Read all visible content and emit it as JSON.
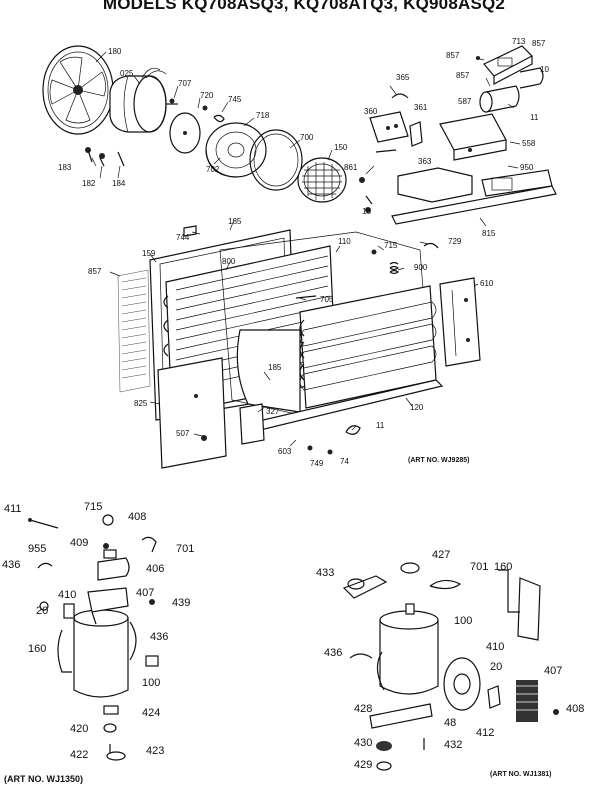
{
  "title": "MODELS KQ708ASQ3, KQ708ATQ3, KQ908ASQ2",
  "art_numbers": {
    "main": "(ART NO. WJ9285)",
    "left": "(ART NO. WJ1350)",
    "right": "(ART NO. WJ1381)"
  },
  "labels": {
    "n180": "180",
    "n025": "025",
    "n707": "707",
    "n720": "720",
    "n745": "745",
    "n718": "718",
    "n700": "700",
    "n702": "702",
    "n150": "150",
    "n183": "183",
    "n182": "182",
    "n184": "184",
    "n365": "365",
    "n857a": "857",
    "n713": "713",
    "n857b": "857",
    "n857c": "857",
    "n10": "10",
    "n587": "587",
    "n11": "11",
    "n360": "360",
    "n361": "361",
    "n558": "558",
    "n363": "363",
    "n861": "861",
    "n950": "950",
    "n18": "18",
    "n815": "815",
    "n744": "744",
    "n185": "185",
    "n110": "110",
    "n715": "715",
    "n729": "729",
    "n857d": "857",
    "n159": "159",
    "n800": "800",
    "n900": "900",
    "n610": "610",
    "n705": "705",
    "n185b": "185",
    "n120": "120",
    "n825": "825",
    "n327": "327",
    "n507": "507",
    "n603": "603",
    "n749": "749",
    "n74": "74",
    "n11b": "11",
    "l411": "411",
    "l715": "715",
    "l408": "408",
    "l409": "409",
    "l955": "955",
    "l701": "701",
    "l436": "436",
    "l406": "406",
    "l410": "410",
    "l407": "407",
    "l439": "439",
    "l20": "20",
    "l436b": "436",
    "l160": "160",
    "l100": "100",
    "l424": "424",
    "l420": "420",
    "l422": "422",
    "l423": "423",
    "r427": "427",
    "r433": "433",
    "r701": "701",
    "r160": "160",
    "r100": "100",
    "r436": "436",
    "r410": "410",
    "r20": "20",
    "r407": "407",
    "r408": "408",
    "r428": "428",
    "r48": "48",
    "r412": "412",
    "r430": "430",
    "r432": "432",
    "r429": "429"
  }
}
